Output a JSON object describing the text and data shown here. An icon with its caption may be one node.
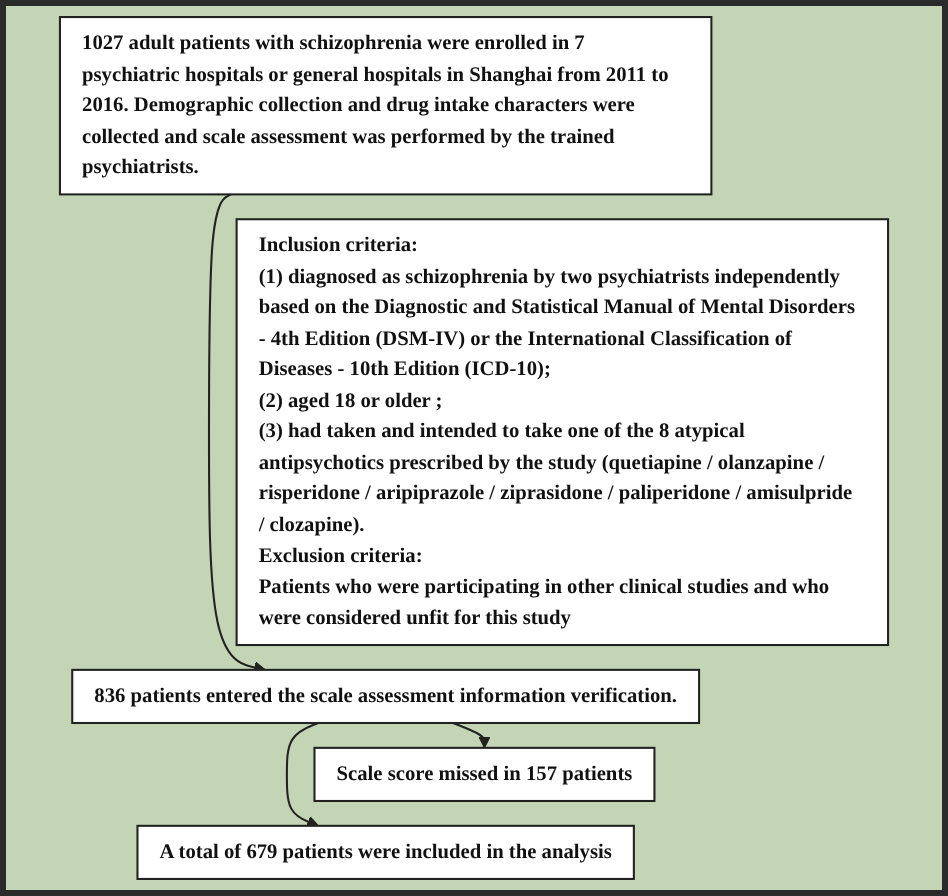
{
  "diagram": {
    "nodes": [
      {
        "text": [
          "1027 adult patients with schizophrenia were enrolled in 7 psychiatric hospitals or general hospitals in Shanghai from 2011 to 2016. Demographic collection and drug intake characters were collected and scale assessment was performed by the trained psychiatrists."
        ]
      },
      {
        "text": [
          "Inclusion criteria:",
          "(1) diagnosed as schizophrenia by two psychiatrists independently based on the Diagnostic and Statistical Manual of Mental Disorders - 4th Edition (DSM-IV) or the International Classification of Diseases - 10th Edition (ICD-10);",
          "(2) aged 18 or older ;",
          "(3) had taken and intended to take one of the 8 atypical antipsychotics prescribed by the study (quetiapine / olanzapine / risperidone / aripiprazole / ziprasidone / paliperidone / amisulpride / clozapine).",
          "Exclusion criteria:",
          "Patients who were participating in other clinical studies and who were considered unfit for this study"
        ]
      },
      {
        "text": [
          "836 patients entered the scale assessment information verification."
        ]
      },
      {
        "text": [
          "Scale score missed in 157 patients"
        ]
      },
      {
        "text": [
          "A total of 679 patients were included in the analysis"
        ]
      }
    ],
    "edges": [
      {
        "from": 0,
        "to": 2,
        "arrow": "to"
      },
      {
        "from": 2,
        "to": 3,
        "arrow": "to"
      },
      {
        "from": 2,
        "to": 4,
        "arrow": "to"
      }
    ]
  }
}
